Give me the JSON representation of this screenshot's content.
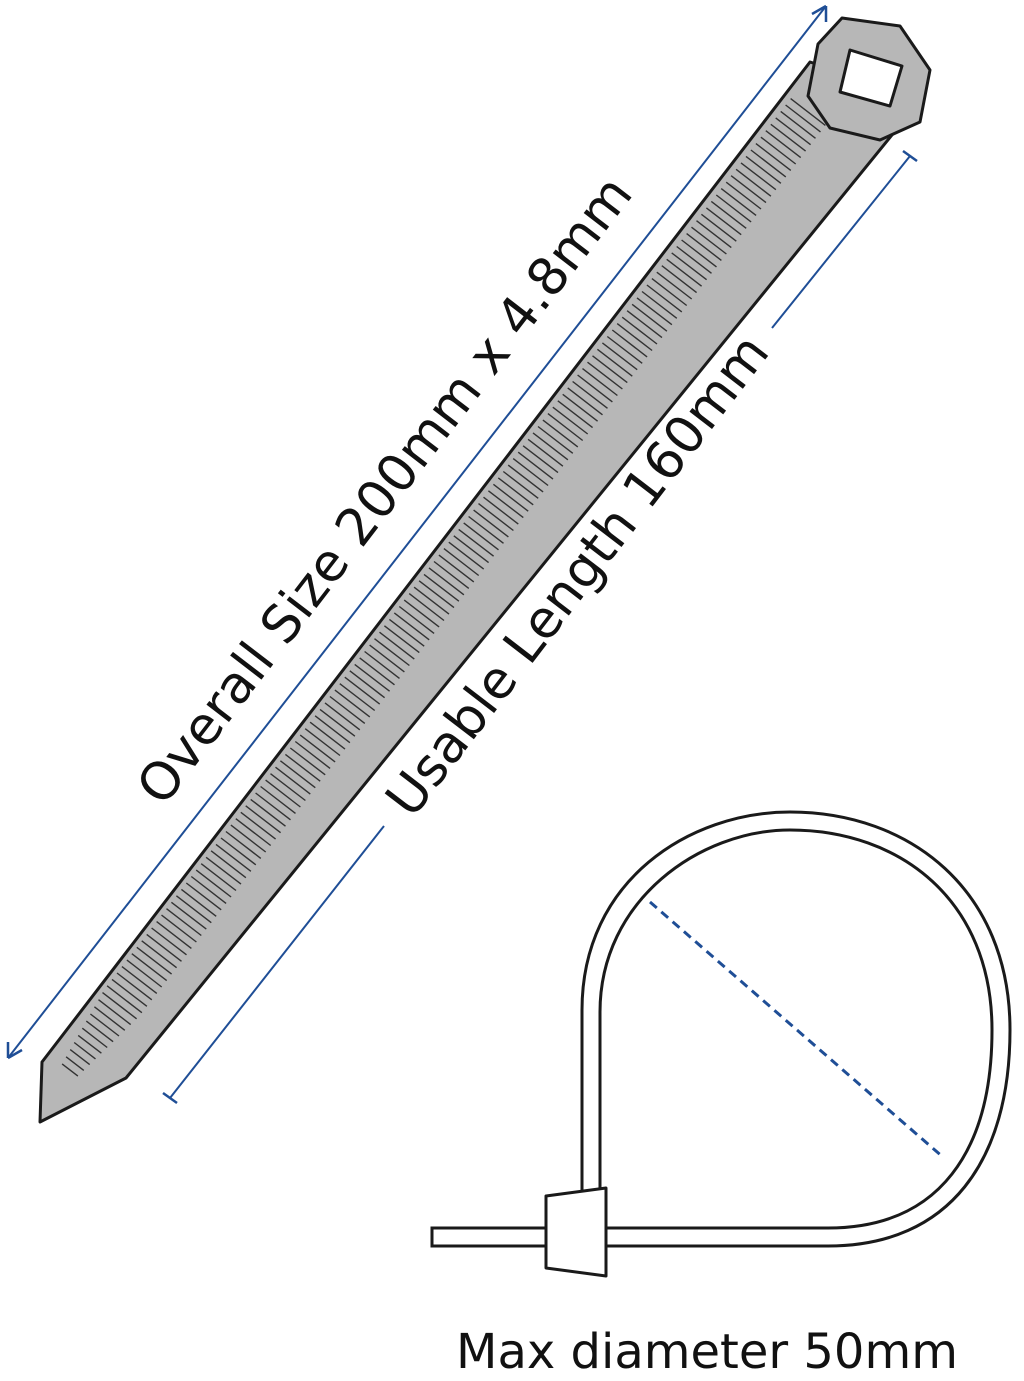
{
  "labels": {
    "overall_size": "Overall Size 200mm x 4.8mm",
    "usable_length": "Usable Length 160mm",
    "max_diameter": "Max diameter 50mm"
  },
  "colors": {
    "dimension_line": "#1f4e96",
    "tie_fill": "#b7b7b7",
    "tie_stroke": "#1a1a1a",
    "teeth": "#333333",
    "text": "#111111"
  },
  "icons": {
    "straight_tie": "cable-tie-straight-icon",
    "looped_tie": "cable-tie-loop-icon"
  }
}
